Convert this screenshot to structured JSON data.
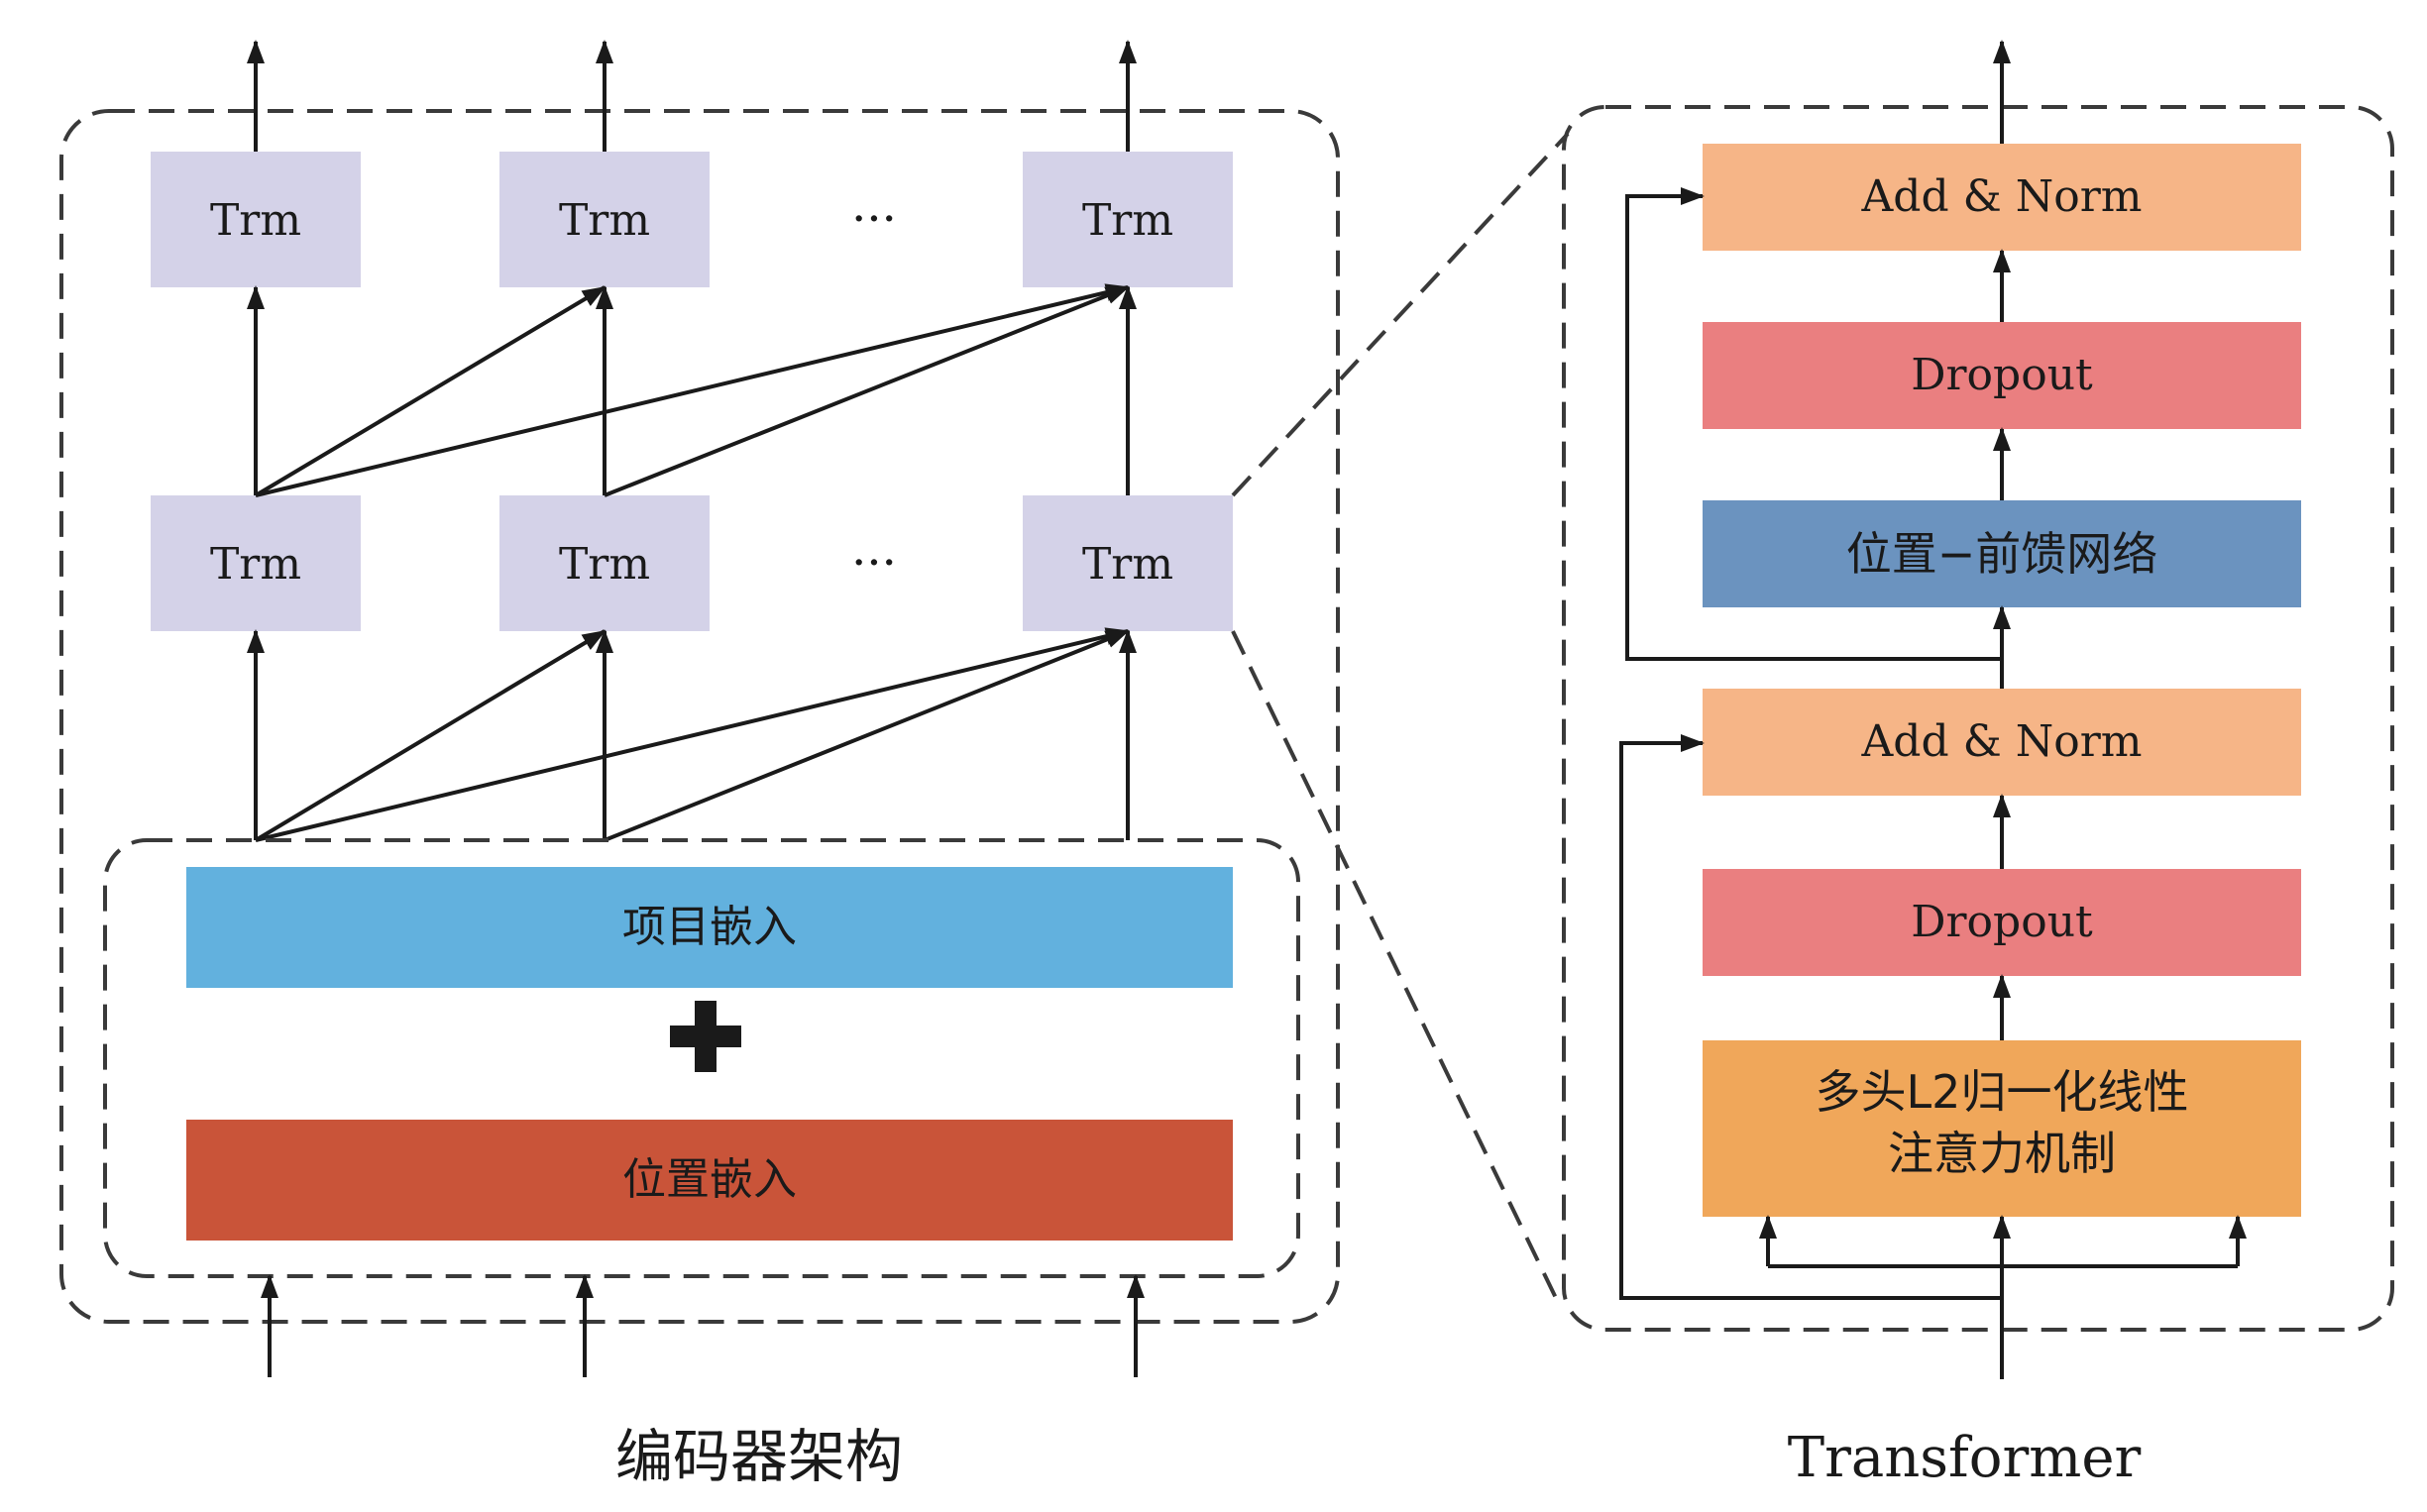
{
  "encoder": {
    "caption": "编码器架构",
    "trm_label": "Trm",
    "ellipsis": "···",
    "item_embedding_label": "项目嵌入",
    "plus_symbol": "+",
    "position_embedding_label": "位置嵌入"
  },
  "transformer": {
    "caption": "Transformer",
    "add_norm_label": "Add & Norm",
    "dropout_label": "Dropout",
    "ffn_label": "位置−前馈网络",
    "attention_label_line1": "多头L2归一化线性",
    "attention_label_line2": "注意力机制"
  },
  "colors": {
    "trm_box": "#d4d2e8",
    "item_embedding": "#62b1de",
    "position_embedding": "#c95439",
    "add_norm": "#f6b587",
    "dropout": "#ea7f80",
    "ffn": "#6b93bf",
    "attention": "#f0a75a",
    "line": "#1a1a1a",
    "dashed": "#3a3a3a"
  }
}
